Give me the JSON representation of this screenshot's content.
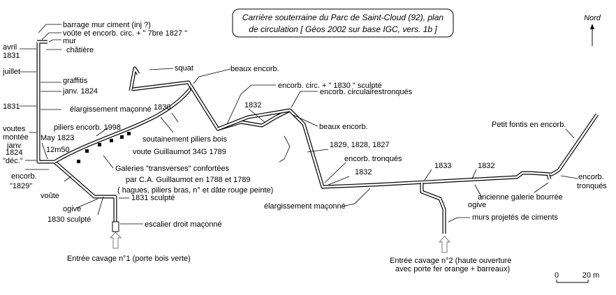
{
  "title": {
    "line1": "Carrière souterraine du Parc de Saint-Cloud (92), plan",
    "line2": "de circulation [ Géos 2002 sur base IGC, vers. 1b ]"
  },
  "north": "Nord",
  "scale": {
    "start": "0",
    "end": "20 m"
  },
  "labels": {
    "barrage": "barrage mur ciment (inj ?)",
    "voute_7bre": "voûte et encorb. circ. + \" 7bre 1827 \"",
    "mur": "mur",
    "chatiere": "châtière",
    "avril": "avril",
    "y1831a": "1831",
    "juillet": "juillet",
    "graffitis": "graffitis",
    "janv1824": "janv. 1824",
    "y1831b": "1831",
    "elarg1": "élargissement maçonné",
    "y1830": "1830",
    "voutes": "voutes",
    "montee": "montée",
    "janv": "janv",
    "y1824": "1824",
    "dec": "\"déc.\"",
    "may1823": "May 1823",
    "m12m50": "12m50",
    "encorb1829a": "encorb.",
    "encorb1829b": "\"1829\"",
    "voute": "voûte",
    "ogive_left": "ogive",
    "sculpte1830": "1830 sculpté",
    "sculpte1831": "1831 sculpté",
    "escalier": "escalier droit maçonné",
    "entree1": "Entrée cavage n°1  (porte bois verte)",
    "piliers1998": "piliers encorb. 1998",
    "soutenement": "soutainement piliers bois",
    "voute_guillaumot": "voute Guillaumot 34G 1789",
    "galeries1": "Galeries \"transverses\" confortées",
    "galeries2": "par C.A. Guillaumot en 1788 et 1789",
    "galeries3": "( hagues, piliers bras, n° et dâte rouge peinte)",
    "squat": "squat",
    "beaux1": "beaux encorb.",
    "encorb_circ1830": "encorb. circ. + \" 1830 \" sculpté",
    "encorb_circ_tronq": "encorb. circulairestronqués",
    "y1832a": "1832",
    "beaux2": "beaux encorb.",
    "dates3": "1829, 1828, 1827",
    "encorb_tronq1": "encorb. tronqués",
    "y1832b": "1832",
    "elarg2": "élargissement maçonné",
    "y1833": "1833",
    "y1832c": "1832",
    "ogive_right": "ogive",
    "petit_fontis": "Petit fontis en encorb.",
    "encorb_tronq2a": "encorb.",
    "encorb_tronq2b": "tronqués",
    "ancienne": "ancienne galerie bourrée",
    "murs_projetes": "murs projetés de ciments",
    "entree2a": "Entrée cavage n°2 (haute ouverture",
    "entree2b": "avec porte fer orange + barreaux)"
  }
}
